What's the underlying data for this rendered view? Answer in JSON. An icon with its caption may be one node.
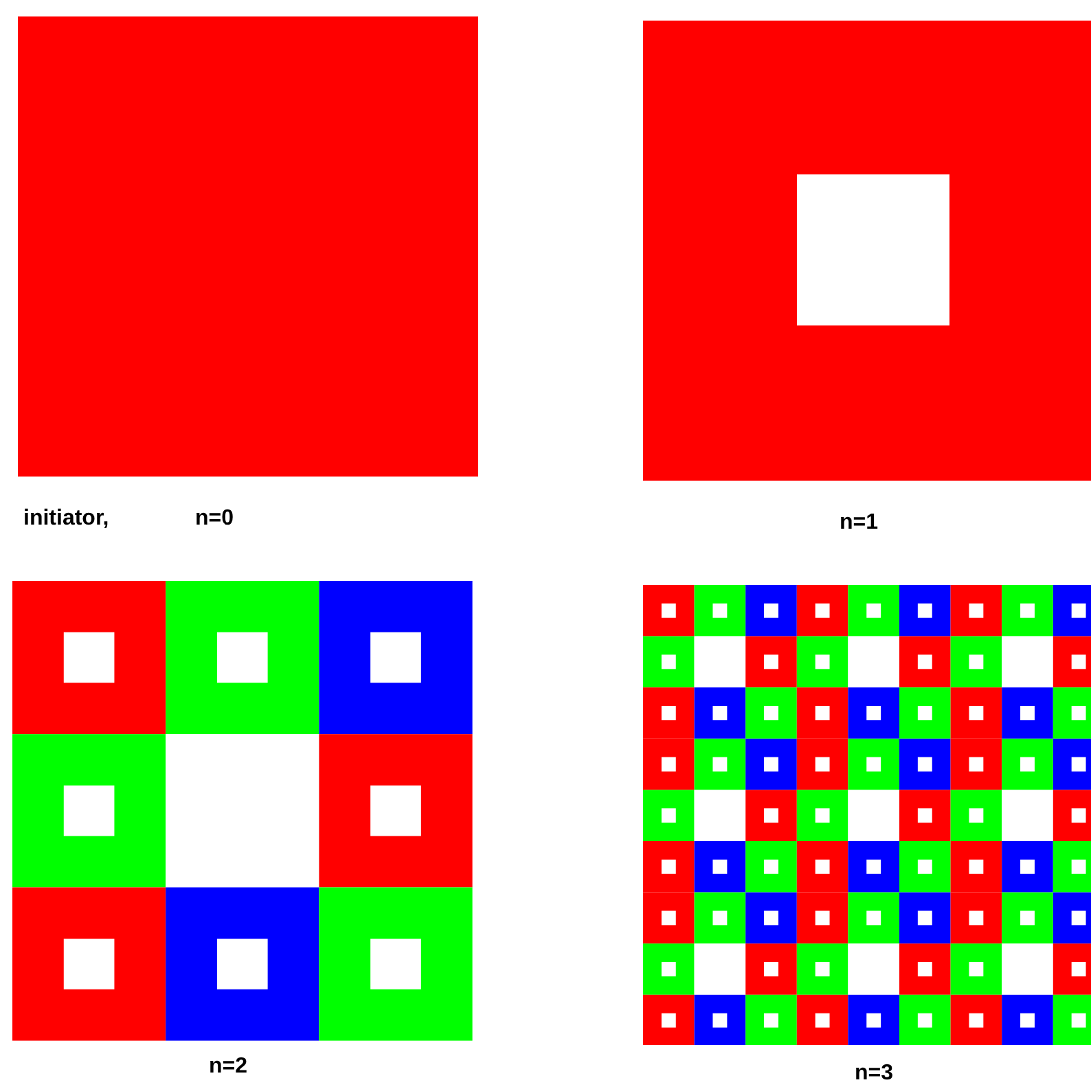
{
  "diagram": {
    "labels": [
      "initiator,",
      "n=0",
      "n=1",
      "n=2",
      "n=3"
    ]
  }
}
